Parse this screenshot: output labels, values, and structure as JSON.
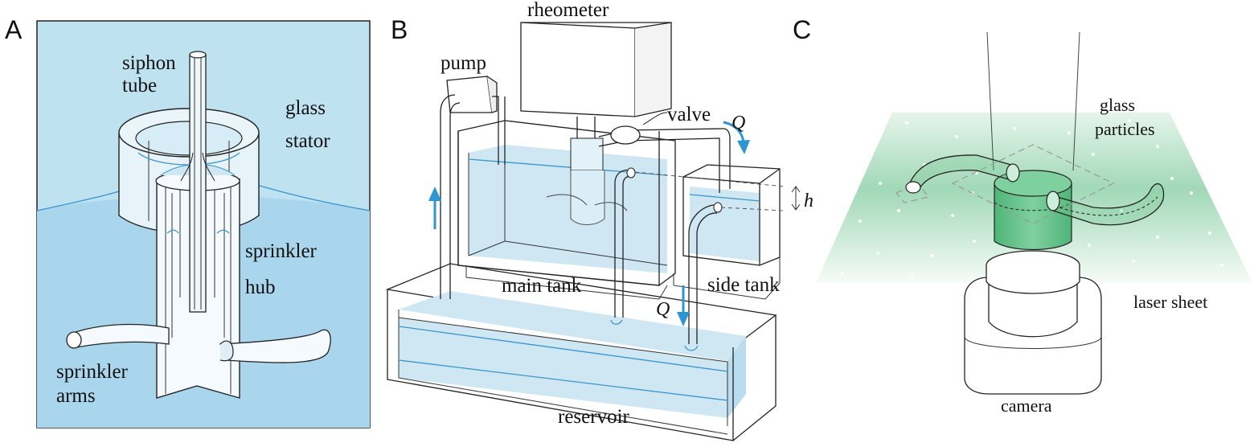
{
  "panels": {
    "a": {
      "letter": "A",
      "labels": {
        "siphon": [
          "siphon",
          "tube"
        ],
        "stator": [
          "glass",
          "stator"
        ],
        "hub": [
          "sprinkler",
          "hub"
        ],
        "arms": [
          "sprinkler",
          "arms"
        ]
      },
      "colors": {
        "background": "#bfe2f1",
        "water": "#a9d6ec",
        "waterline": "#2f7fc0"
      }
    },
    "b": {
      "letter": "B",
      "labels": {
        "rheometer": "rheometer",
        "pump": "pump",
        "valve": "valve",
        "flow_top": "Q",
        "height": "h",
        "main_tank": "main tank",
        "side_tank": "side tank",
        "flow_bottom": "Q",
        "reservoir": "reservoir"
      },
      "colors": {
        "water": "#cfe7f3",
        "arrow": "#2d95d2"
      }
    },
    "c": {
      "letter": "C",
      "labels": {
        "particles": [
          "glass",
          "particles"
        ],
        "laser": "laser sheet",
        "camera": "camera"
      },
      "colors": {
        "laser": "#54b97c",
        "hub_fill": "#5bbf80"
      }
    }
  }
}
